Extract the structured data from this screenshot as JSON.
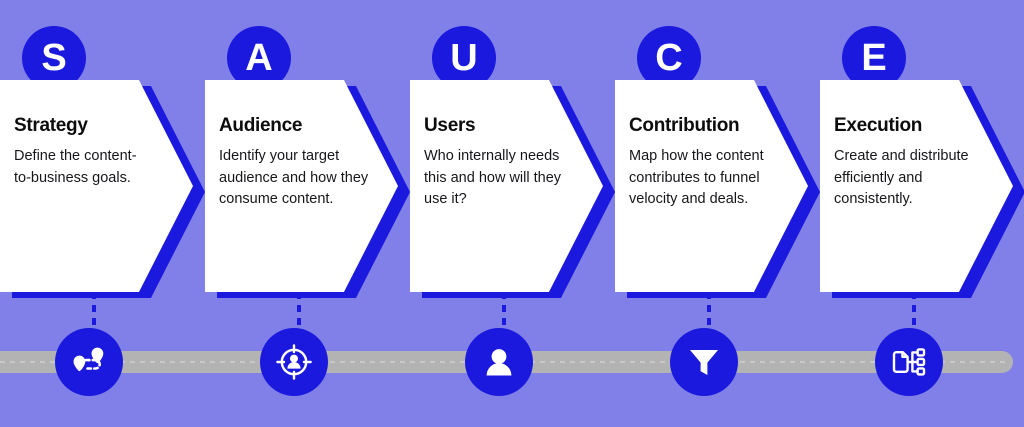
{
  "infographic": {
    "background_color": "#8080e8",
    "accent_color": "#1a19dd",
    "card_color": "#ffffff",
    "rail_color": "#b3b3b3",
    "acronym": "SAUCE",
    "steps": [
      {
        "letter": "S",
        "title": "Strategy",
        "description": "Define the content-to-business goals.",
        "icon": "route-map-pins-icon"
      },
      {
        "letter": "A",
        "title": "Audience",
        "description": "Identify your target audience and how they consume content.",
        "icon": "target-person-icon"
      },
      {
        "letter": "U",
        "title": "Users",
        "description": "Who internally needs this and how will they use it?",
        "icon": "user-icon"
      },
      {
        "letter": "C",
        "title": "Contribution",
        "description": "Map how the content contributes to funnel velocity and deals.",
        "icon": "funnel-icon"
      },
      {
        "letter": "E",
        "title": "Execution",
        "description": "Create and distribute efficiently and consistently.",
        "icon": "file-distribute-icon"
      }
    ]
  }
}
